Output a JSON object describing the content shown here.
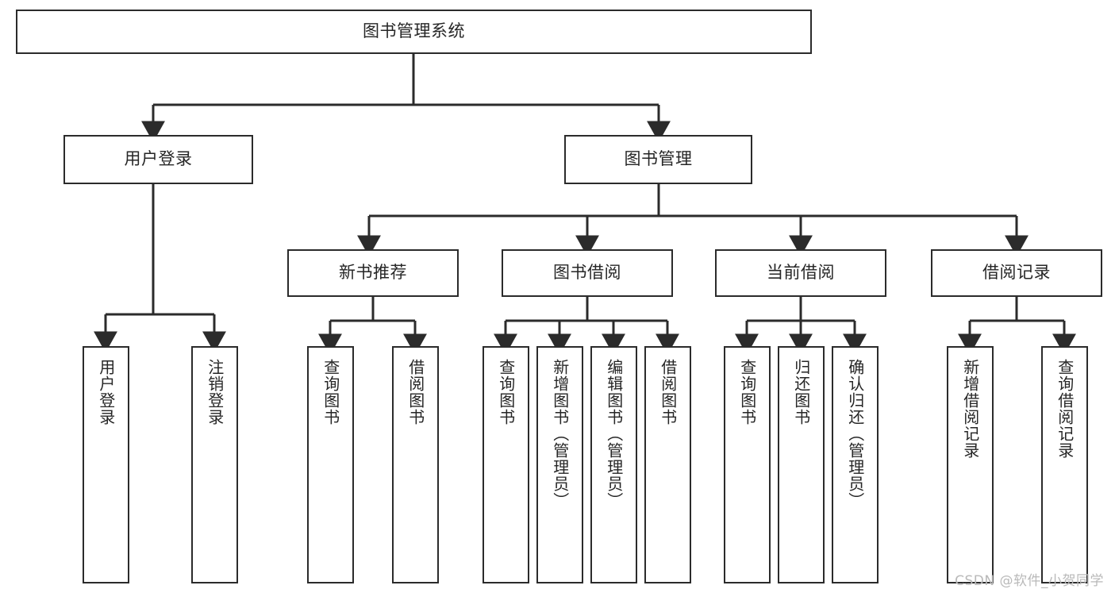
{
  "diagram": {
    "title": "图书管理系统",
    "type": "tree-hierarchy-diagram",
    "colors": {
      "stroke": "#2b2b2b",
      "fill": "#ffffff",
      "text": "#262626",
      "watermark": "#b9b9b9"
    },
    "root": {
      "label": "图书管理系统"
    },
    "level2": [
      {
        "label": "用户登录"
      },
      {
        "label": "图书管理"
      }
    ],
    "level3": [
      {
        "label": "新书推荐"
      },
      {
        "label": "图书借阅"
      },
      {
        "label": "当前借阅"
      },
      {
        "label": "借阅记录"
      }
    ],
    "leaves": {
      "user_login": [
        {
          "label": "用户登录"
        },
        {
          "label": "注销登录"
        }
      ],
      "new_book_recommend": [
        {
          "label": "查询图书"
        },
        {
          "label": "借阅图书"
        }
      ],
      "book_borrow": [
        {
          "label": "查询图书"
        },
        {
          "label": "新增图书（管理员）"
        },
        {
          "label": "编辑图书（管理员）"
        },
        {
          "label": "借阅图书"
        }
      ],
      "current_borrow": [
        {
          "label": "查询图书"
        },
        {
          "label": "归还图书"
        },
        {
          "label": "确认归还（管理员）"
        }
      ],
      "borrow_record": [
        {
          "label": "新增借阅记录"
        },
        {
          "label": "查询借阅记录"
        }
      ]
    }
  },
  "watermark": {
    "text": "CSDN @软件_小贺同学"
  }
}
